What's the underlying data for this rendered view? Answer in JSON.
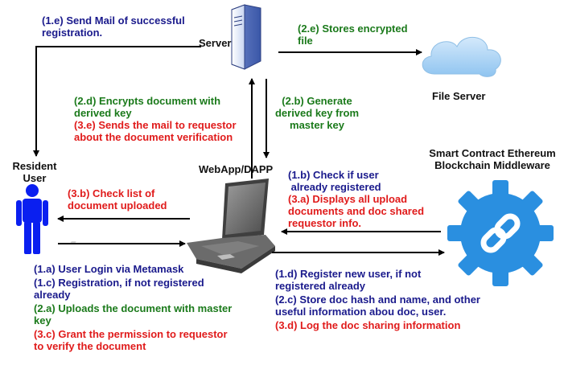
{
  "nodes": {
    "server": "Server",
    "file_server": "File Server",
    "webapp": "WebApp/DAPP",
    "resident_user": [
      "Resident",
      "User"
    ],
    "smart_contract": [
      "Smart Contract Ethereum",
      "Blockchain Middleware"
    ]
  },
  "labels": {
    "step_1e": [
      "(1.e) Send Mail of successful",
      "registration."
    ],
    "step_2e": [
      "(2.e) Stores encrypted",
      "file"
    ],
    "step_2d": [
      "(2.d) Encrypts document with",
      "derived key"
    ],
    "step_3e": [
      "(3.e) Sends the mail to requestor",
      "about the document verification"
    ],
    "step_2b": [
      "(2.b) Generate",
      "derived key from",
      "master key"
    ],
    "step_1b": [
      "(1.b) Check if user",
      " already registered"
    ],
    "step_3a": [
      "(3.a) Displays all upload",
      "documents and doc shared",
      "requestor info."
    ],
    "step_3b": [
      "(3.b) Check list of",
      "document uploaded"
    ],
    "step_1a": "(1.a) User Login via Metamask",
    "step_1c": [
      "(1.c) Registration, if not registered",
      "already"
    ],
    "step_2a": [
      "(2.a) Uploads the document with master",
      "key"
    ],
    "step_3c": [
      "(3.c) Grant the permission to requestor",
      "to verify the document"
    ],
    "step_1d": [
      "(1.d) Register new user, if not",
      "registered already"
    ],
    "step_2c": [
      "(2.c) Store doc hash and name, and other",
      "useful information abou doc, user."
    ],
    "step_3d": "(3.d) Log the doc sharing information"
  },
  "icons": {
    "server": "server-tower-icon",
    "file_server": "cloud-icon",
    "webapp": "laptop-icon",
    "user": "person-icon",
    "blockchain": "gear-chain-icon"
  },
  "colors": {
    "navy": "#1a1a8c",
    "green": "#1b7a1b",
    "red": "#e01b1b",
    "user_blue": "#0a1ff0",
    "gear_blue": "#2a8fe0",
    "cloud_blue": "#a9d3f5"
  }
}
